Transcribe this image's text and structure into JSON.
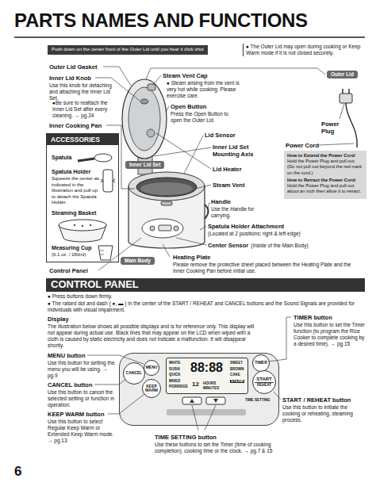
{
  "diagram": {
    "title": "PARTS NAMES AND FUNCTIONS",
    "nodes": [
      {
        "text": [
          "Push down on the center front of the Outer Lid until you hear it click shut"
        ]
      },
      {
        "text": [
          "Outer Lid"
        ]
      },
      {
        "text": [
          "ACCESSORIES",
          "Spatula",
          "Spatula Holder",
          "Squeeze the center as indicated in the illustration and pull up to detach the Spatula Holder.",
          "Steaming Basket",
          "Measuring Cup",
          "(6.1 oz. / 180ml)"
        ]
      },
      {
        "text": [
          "Inner Lid Set"
        ]
      },
      {
        "text": [
          "Main Body"
        ]
      },
      {
        "text": [
          "How to Extend the Power Cord:",
          "Hold the Power Plug and pull out. (Do not pull out beyond the red mark on the cord.)",
          "How to Retract the Power Cord:",
          "Hold the Power Plug and pull out about an inch then allow it to retract."
        ]
      },
      {
        "text": [
          "CONTROL PANEL"
        ]
      },
      {
        "text": [
          "TIME SETTING"
        ]
      },
      {
        "text": [
          "CANCEL"
        ],
        "in": 7
      },
      {
        "text": [
          "MENU"
        ],
        "in": 7
      },
      {
        "text": [
          "KEEP WARM"
        ],
        "in": 7
      },
      {
        "text": [
          "WHITE",
          "SUSHI",
          "QUICK",
          "MIXED",
          "PORRIDGE",
          "88:88",
          "SWEET",
          "BROWN",
          "CAKE",
          "STEAM",
          "12",
          "HOURS",
          "MINUTES"
        ],
        "in": 7
      },
      {
        "text": [
          "TIMER"
        ],
        "in": 7
      },
      {
        "text": [
          "START",
          "REHEAT"
        ],
        "in": 7
      }
    ],
    "labels": [
      "● The Outer Lid may open during cooking or Keep Warm mode if it is not closed securely.",
      "Outer Lid Gasket",
      "Inner Lid Knob",
      "Use this knob for detaching and attaching the Inner Lid Set.",
      "●Be sure to reattach the Inner Lid Set after every cleaning. → pg.24",
      "Inner Cooking Pan",
      "Steam Vent Cap",
      "● Steam arising from the vent is very hot while cooking. Please exercise care.",
      "Open Button",
      "Press the Open Button to open the Outer Lid.",
      "Lid Sensor",
      "Inner Lid Set Mounting Axis",
      "Lid Heater",
      "Steam Vent",
      "Handle",
      "Use the Handle for carrying.",
      "Spatula Holder Attachment",
      "(Located at 2 positions: right & left edge)",
      "Center Sensor",
      "(Inside of the Main Body)",
      "Heating Plate",
      "Please remove the protective sheet placed between the Heating Plate and the Inner Cooking Pan before initial use.",
      "Power Plug",
      "Power Cord",
      "Control Panel",
      "● Press buttons down firmly.",
      "● The raised dot and dash ( ●, ▬ ) in the center of the START / REHEAT and CANCEL buttons and the Sound Signals are provided for individuals with visual impairment.",
      "Display",
      "The illustration below shows all possible displays and is for reference only. This display will not appear during actual use. Black lines that may appear on the LCD when wiped with a cloth is caused by static electricity and does not indicate a malfunction. It will disappear shortly.",
      "TIMER button",
      "Use this button to set the Timer function (to program the Rice Cooker to complete cooking by a desired time). → pg.15",
      "MENU button",
      "Use this button for setting the menu you will be using. → pg.9",
      "CANCEL button",
      "Use this button to cancel the selected setting or function in operation.",
      "KEEP WARM button",
      "Use this button to select Regular Keep Warm or Extended Keep Warm mode. → pg.13",
      "START / REHEAT button",
      "Use this button to initiate the cooking or reheating, steaming process.",
      "TIME SETTING button",
      "Use these buttons to set the Timer (time of cooking completion), cooking time or the clock. → pg.7 & 15",
      "6"
    ]
  }
}
